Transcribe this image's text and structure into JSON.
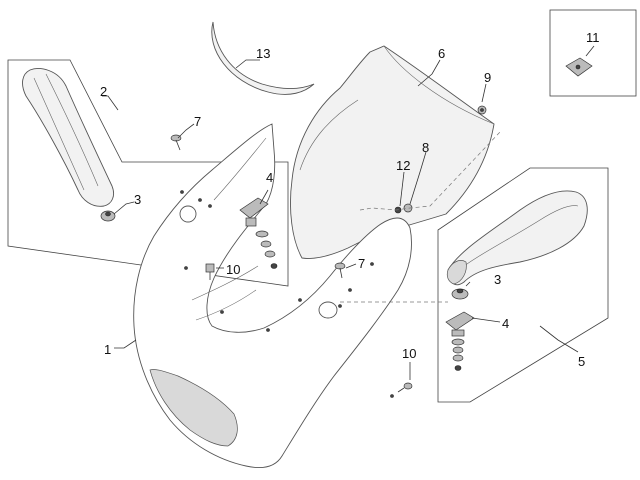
{
  "diagram": {
    "callouts": {
      "c1": "1",
      "c2": "2",
      "c3a": "3",
      "c3b": "3",
      "c4a": "4",
      "c4b": "4",
      "c5": "5",
      "c6": "6",
      "c7a": "7",
      "c7b": "7",
      "c8": "8",
      "c9": "9",
      "c10a": "10",
      "c10b": "10",
      "c11": "11",
      "c12": "12",
      "c13": "13"
    }
  }
}
